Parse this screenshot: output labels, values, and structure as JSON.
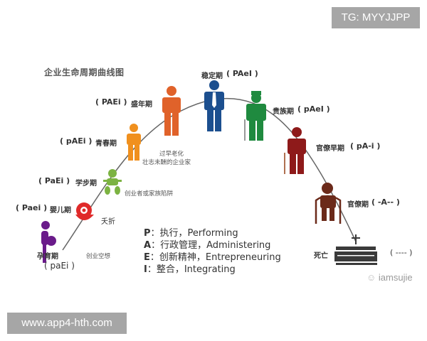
{
  "watermarks": {
    "top_right": "TG: MYYJJPP",
    "bottom_left": "www.app4-hth.com",
    "brand": "iamsujie"
  },
  "title": "企业生命周期曲线图",
  "stages": [
    {
      "name": "孕育期",
      "code": "( paEi )",
      "color": "#6a1b8a"
    },
    {
      "name": "婴儿期",
      "code": "( Paei )",
      "color": "#e02a2a"
    },
    {
      "name": "学步期",
      "code": "( PaEi )",
      "color": "#7cb342"
    },
    {
      "name": "青春期",
      "code": "( pAEi )",
      "color": "#f0901e"
    },
    {
      "name": "盛年期",
      "code": "( PAEi )",
      "color": "#e0622a"
    },
    {
      "name": "稳定期",
      "code": "( PAeI )",
      "color": "#1c4f8f"
    },
    {
      "name": "贵族期",
      "code": "( pAeI )",
      "color": "#1f8a3f"
    },
    {
      "name": "官僚早期",
      "code": "( pA-i )",
      "color": "#8e1a1a"
    },
    {
      "name": "官僚期",
      "code": "( -A-- )",
      "color": "#6b2a1a"
    },
    {
      "name": "死亡",
      "code": "( ---- )",
      "color": "#3a3a3a"
    }
  ],
  "traps": {
    "fantasy": "创业空想",
    "infant_death": "夭折",
    "founder_trap": "创业者或家族陷阱",
    "premature_aging_1": "过早老化",
    "premature_aging_2": "壮志未酬的企业家"
  },
  "legend": [
    {
      "key": "P",
      "text": "：执行，Performing"
    },
    {
      "key": "A",
      "text": "：行政管理，Administering"
    },
    {
      "key": "E",
      "text": "：创新精神，Entrepreneuring"
    },
    {
      "key": "I",
      "text": "：整合，Integrating"
    }
  ]
}
